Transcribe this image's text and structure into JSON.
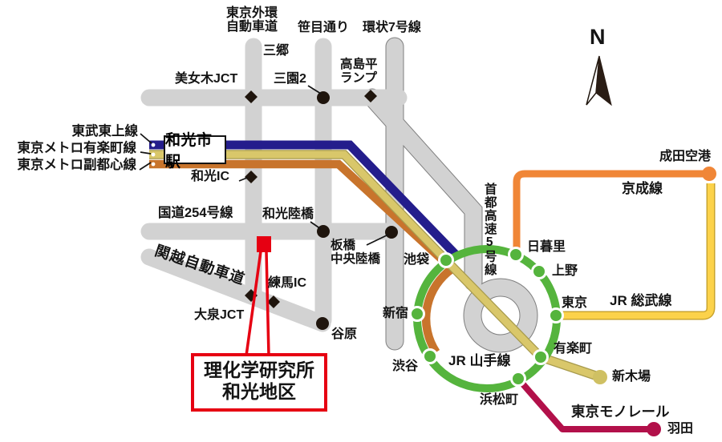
{
  "compass": {
    "label": "N"
  },
  "colors": {
    "road_gray": "#d2d2d2",
    "expressway_outline": "#7f7f7f",
    "tobu_navy": "#241d8c",
    "yurakucho_khaki": "#d9c76a",
    "fukutoshin_orange": "#c8742c",
    "yamanote_green": "#55b43d",
    "sobu_yellow": "#fcd24a",
    "keisei_orange": "#f08637",
    "monorail_crimson": "#b2104a",
    "shinkiba_dot": "#cfc063",
    "riken_red": "#e60012",
    "marker_black": "#1f150d"
  },
  "roads": {
    "gaikan_l1": "東京外環",
    "gaikan_l2": "自動車道",
    "sasame": "笹目通り",
    "kanjo7": "環状7号線",
    "misato": "三郷",
    "bijogi_jct": "美女木JCT",
    "misono2": "三園2",
    "takashimadaira_l1": "高島平",
    "takashimadaira_l2": "ランプ",
    "wako_ic": "和光IC",
    "route254": "国道254号線",
    "wako_bridge": "和光陸橋",
    "itabashi_l1": "板橋",
    "itabashi_l2": "中央陸橋",
    "kanetsu": "関越自動車道",
    "nerima_ic": "練馬IC",
    "oizumi_jct": "大泉JCT",
    "yahara": "谷原",
    "shuto5": "首都高速5号線"
  },
  "railways": {
    "tobu": "東武東上線",
    "metro_yurakucho": "東京メトロ有楽町線",
    "metro_fukutoshin": "東京メトロ副都心線",
    "wakoshi_station": "和光市駅",
    "yamanote": "JR 山手線",
    "sobu": "JR 総武線",
    "keisei": "京成線",
    "monorail": "東京モノレール"
  },
  "stations": {
    "ikebukuro": "池袋",
    "shinjuku": "新宿",
    "shibuya": "渋谷",
    "hamamatsucho": "浜松町",
    "yurakucho": "有楽町",
    "tokyo": "東京",
    "ueno": "上野",
    "nippori": "日暮里",
    "shinkiba": "新木場",
    "haneda": "羽田",
    "narita_airport": "成田空港"
  },
  "destination": {
    "line1": "理化学研究所",
    "line2": "和光地区"
  }
}
